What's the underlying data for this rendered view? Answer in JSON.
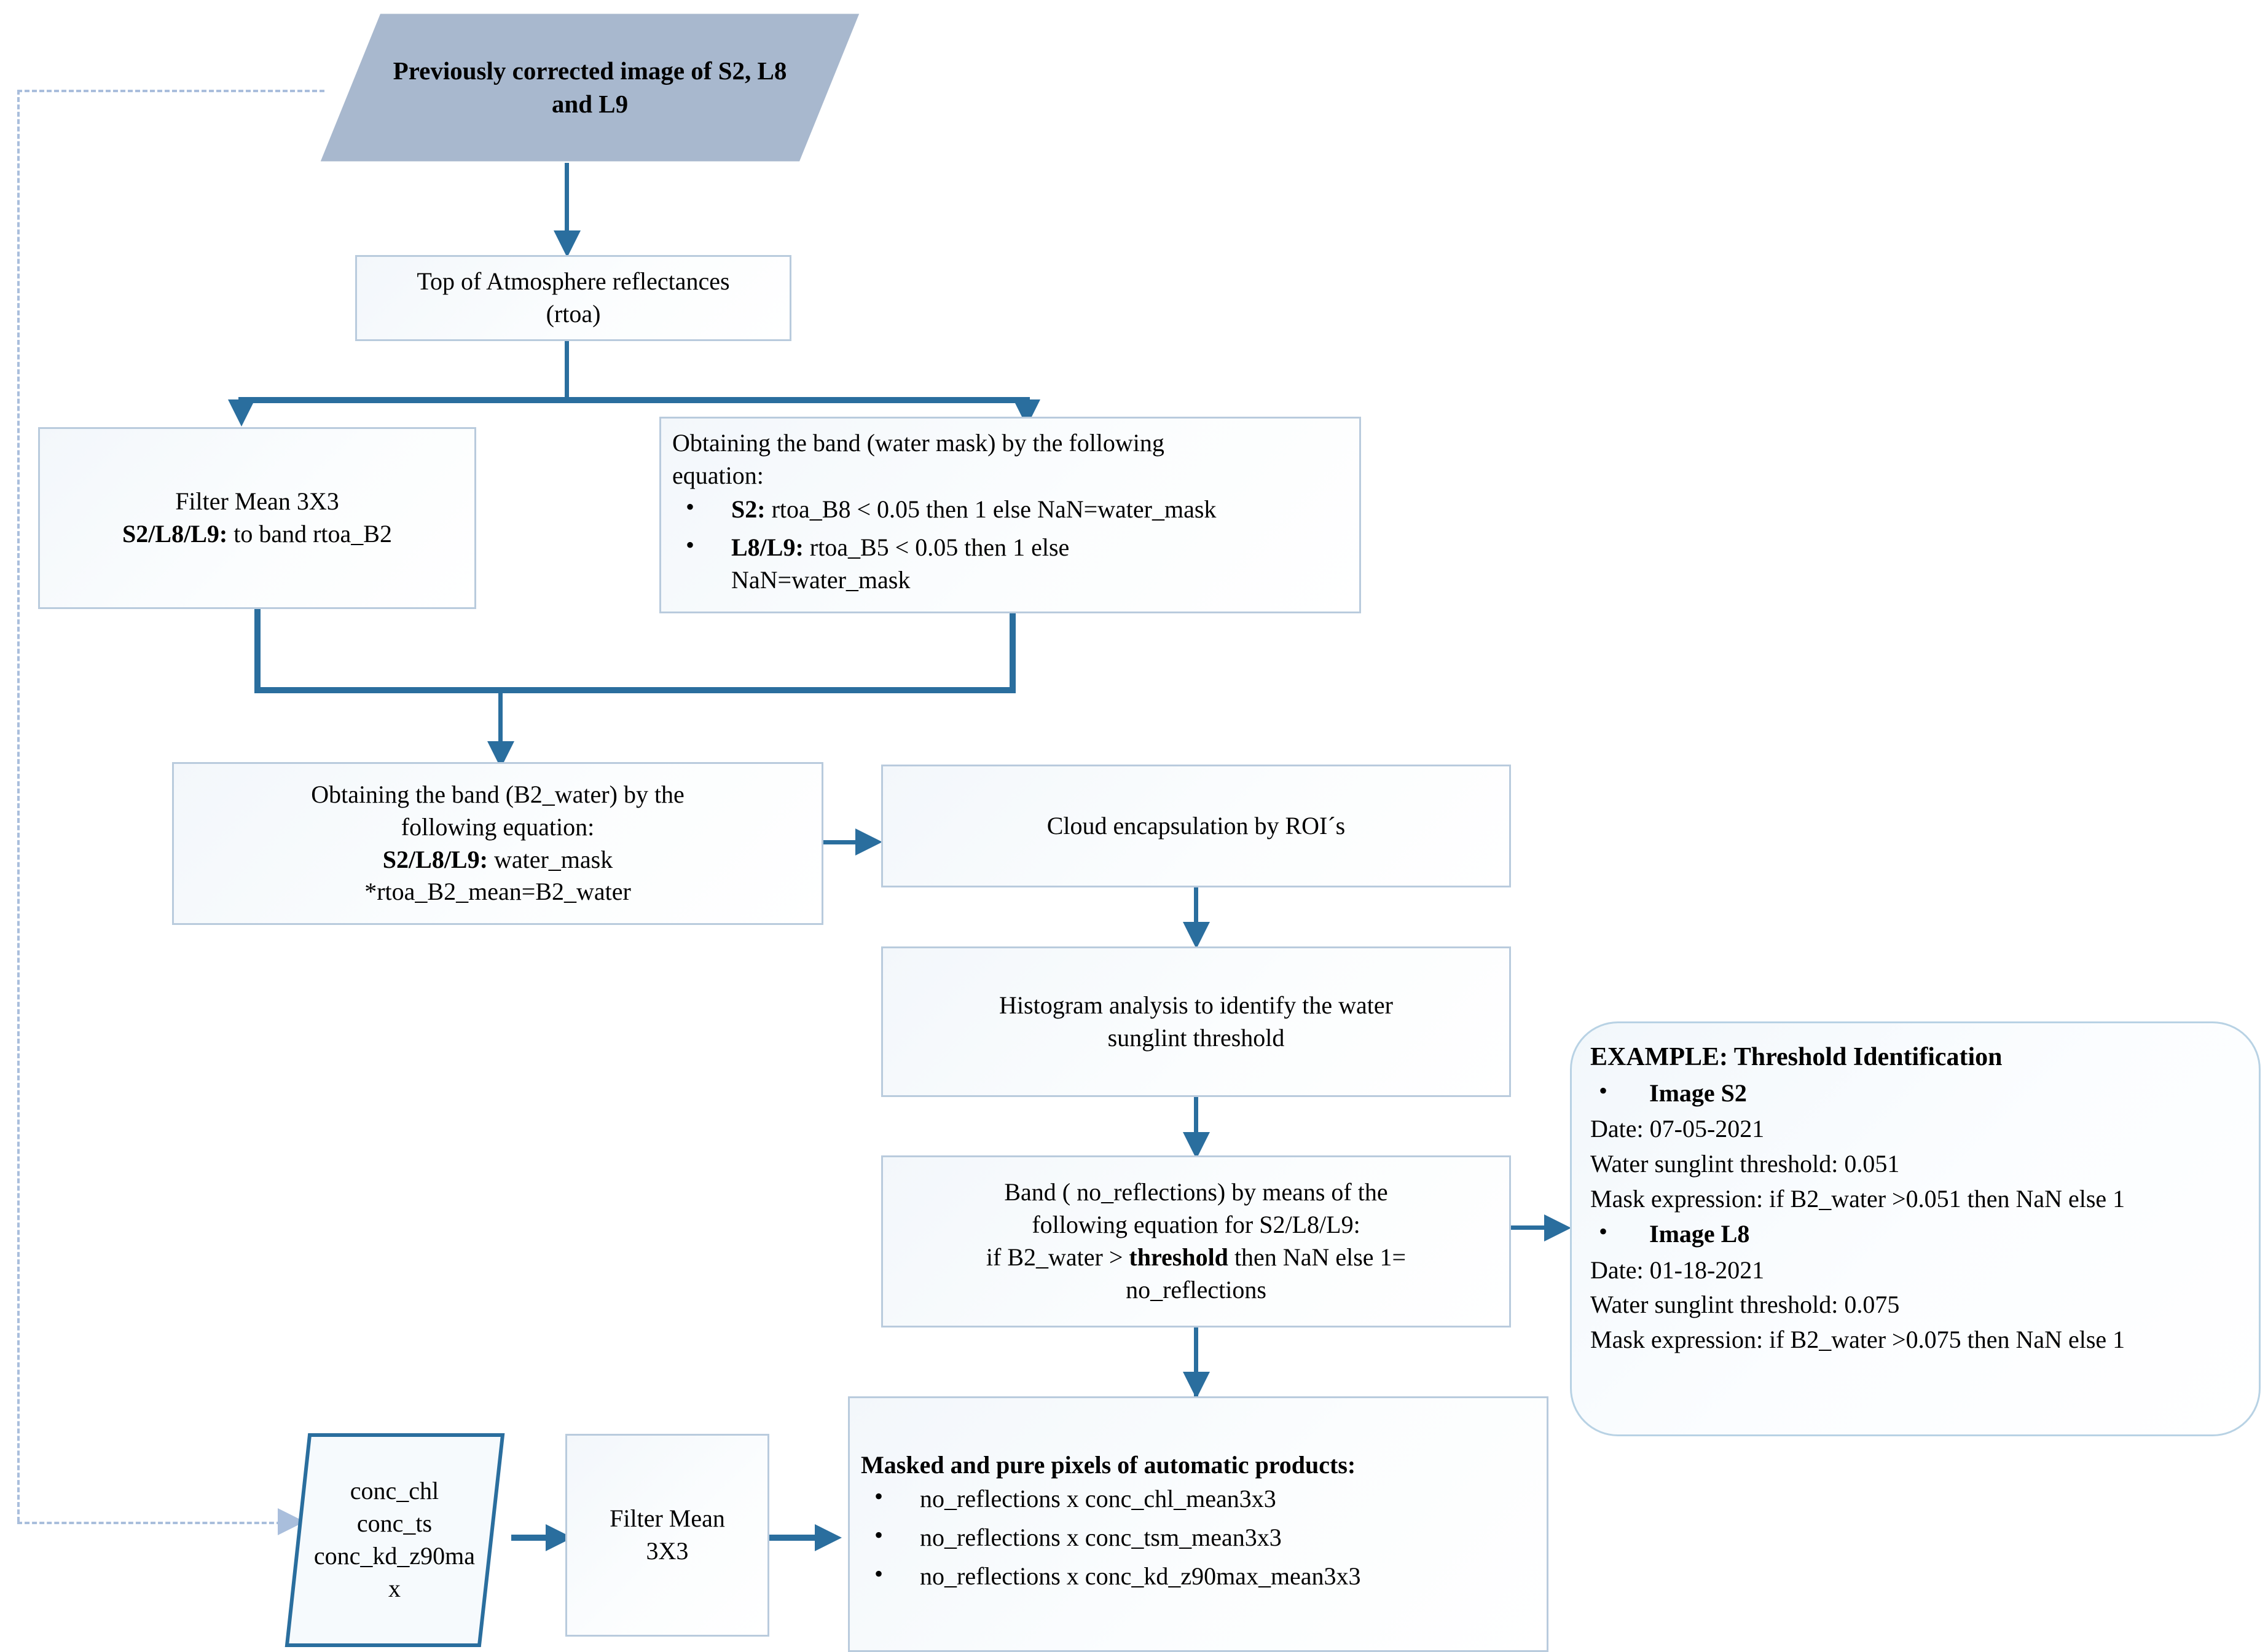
{
  "diagram": {
    "title": "Sunglint masking and automatic product workflow",
    "colors": {
      "connector": "#2a6e9e",
      "node_border": "#b9cbdd",
      "node_fill": "#f5f9fc",
      "data_shape_fill": "#a8b8ce",
      "data_shape_border": "#2a6e9e",
      "callout_border": "#b8d2e4",
      "dashed_feedback": "#a9bedc"
    }
  },
  "nodes": {
    "input_image": {
      "line1": "Previously corrected image of S2, L8",
      "line2": "and L9"
    },
    "toa": {
      "line1": "Top of Atmosphere reflectances",
      "line2": "(rtoa)"
    },
    "filter_mean_left": {
      "line1": "Filter Mean 3X3",
      "line2_bold": "S2/L8/L9:",
      "line2_rest": " to band rtoa_B2"
    },
    "water_mask": {
      "head1": "Obtaining the band (water mask) by the following",
      "head2": "equation:",
      "bullets": [
        {
          "bold": "S2:",
          "rest": " rtoa_B8 < 0.05 then 1 else NaN=water_mask"
        },
        {
          "bold": "L8/L9:",
          "rest": " rtoa_B5 < 0.05 then 1 else"
        }
      ],
      "bullet2_cont": "NaN=water_mask"
    },
    "b2_water": {
      "line1": "Obtaining the band (B2_water) by the",
      "line2": "following equation:",
      "line3_bold": "S2/L8/L9:",
      "line3_rest": " water_mask",
      "line4": "*rtoa_B2_mean=B2_water"
    },
    "cloud_roi": {
      "line1": "Cloud encapsulation by ROI´s"
    },
    "histogram": {
      "line1": "Histogram analysis to identify the water",
      "line2": "sunglint threshold"
    },
    "no_reflections": {
      "line1": "Band ( no_reflections) by means of the",
      "line2": "following equation for S2/L8/L9:",
      "line3_a": "if B2_water > ",
      "line3_bold": "threshold",
      "line3_b": " then NaN else 1=",
      "line4": "no_reflections"
    },
    "conc_inputs": {
      "line1": "conc_chl",
      "line2": "conc_ts",
      "line3": "conc_kd_z90ma",
      "line4": "x"
    },
    "filter_mean_bottom": {
      "line1": "Filter Mean",
      "line2": "3X3"
    },
    "masked_products": {
      "title": "Masked and pure pixels of automatic products:",
      "bullets": [
        "no_reflections x conc_chl_mean3x3",
        "no_reflections x conc_tsm_mean3x3",
        "no_reflections x conc_kd_z90max_mean3x3"
      ]
    },
    "example_callout": {
      "title": "EXAMPLE: Threshold Identification",
      "entries": [
        {
          "bullet": "Image S2",
          "date": "Date: 07-05-2021",
          "threshold": "Water sunglint threshold: 0.051",
          "mask": "Mask expression: if B2_water >0.051 then NaN else 1"
        },
        {
          "bullet": "Image L8",
          "date": "Date: 01-18-2021",
          "threshold": "Water sunglint  threshold: 0.075",
          "mask": "Mask expression: if B2_water >0.075 then NaN else 1"
        }
      ]
    }
  }
}
